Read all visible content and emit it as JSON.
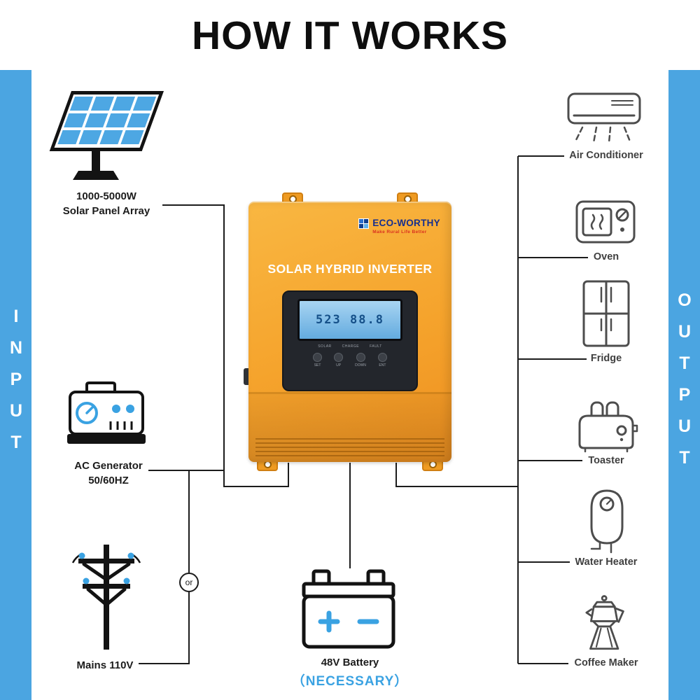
{
  "title": "HOW IT WORKS",
  "sidebar": {
    "input": "INPUT",
    "output": "OUTPUT"
  },
  "inputs": {
    "solar": {
      "line1": "1000-5000W",
      "line2": "Solar Panel Array"
    },
    "generator": {
      "line1": "AC Generator",
      "line2": "50/60HZ"
    },
    "mains": {
      "line1": "Mains 110V"
    }
  },
  "junction": {
    "label": "or"
  },
  "inverter": {
    "brand": "ECO-WORTHY",
    "tagline": "Make Rural Life Better",
    "title": "SOLAR HYBRID INVERTER",
    "lcd": "523 88.8",
    "status": [
      "SOLAR",
      "CHARGE",
      "FAULT"
    ],
    "buttons": [
      "SET",
      "UP",
      "DOWN",
      "ENT"
    ]
  },
  "battery": {
    "label": "48V Battery",
    "note": "（NECESSARY）"
  },
  "outputs": [
    {
      "label": "Air Conditioner"
    },
    {
      "label": "Oven"
    },
    {
      "label": "Fridge"
    },
    {
      "label": "Toaster"
    },
    {
      "label": "Water Heater"
    },
    {
      "label": "Coffee Maker"
    }
  ],
  "colors": {
    "accent_blue": "#4BA5E1",
    "inverter_orange": "#F5A32C",
    "line": "#1C1C1C"
  }
}
